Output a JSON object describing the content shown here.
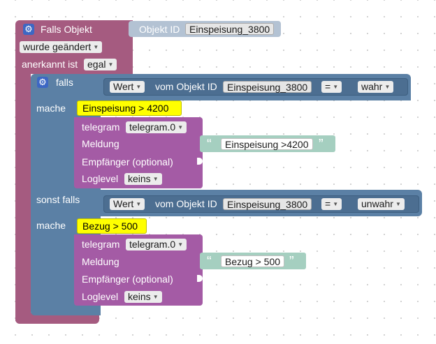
{
  "trigger": {
    "title": "Falls Objekt",
    "object_label": "Objekt ID",
    "object_id": "Einspeisung_3800",
    "change_value": "wurde geändert",
    "ack_label": "anerkannt ist",
    "ack_value": "egal"
  },
  "if_block": {
    "falls_label": "falls",
    "mache_label": "mache",
    "sonst_falls_label": "sonst falls"
  },
  "condition1": {
    "value_select": "Wert",
    "of_object_label": "vom Objekt ID",
    "object_id": "Einspeisung_3800",
    "operator": "=",
    "compare_value": "wahr"
  },
  "condition2": {
    "value_select": "Wert",
    "of_object_label": "vom Objekt ID",
    "object_id": "Einspeisung_3800",
    "operator": "=",
    "compare_value": "unwahr"
  },
  "action1": {
    "comment": "Einspeisung > 4200",
    "telegram_label": "telegram",
    "telegram_instance": "telegram.0",
    "message_label": "Meldung",
    "message_text": "Einspeisung >4200",
    "recipient_label": "Empfänger (optional)",
    "loglevel_label": "Loglevel",
    "loglevel_value": "keins"
  },
  "action2": {
    "comment": "Bezug > 500",
    "telegram_label": "telegram",
    "telegram_instance": "telegram.0",
    "message_label": "Meldung",
    "message_text": "Bezug > 500",
    "recipient_label": "Empfänger (optional)",
    "loglevel_label": "Loglevel",
    "loglevel_value": "keins"
  },
  "icons": {
    "gear": "gear-icon",
    "dropdown": "chevron-down-icon",
    "quote_open": "“",
    "quote_close": "”",
    "arrow": "▼"
  },
  "colors": {
    "trigger_block": "#a55b80",
    "if_block": "#5b80a5",
    "telegram_block": "#a45ba5",
    "object_field": "#b3c2d3",
    "text_block": "#a5cfc0",
    "comment": "#ffff00"
  }
}
